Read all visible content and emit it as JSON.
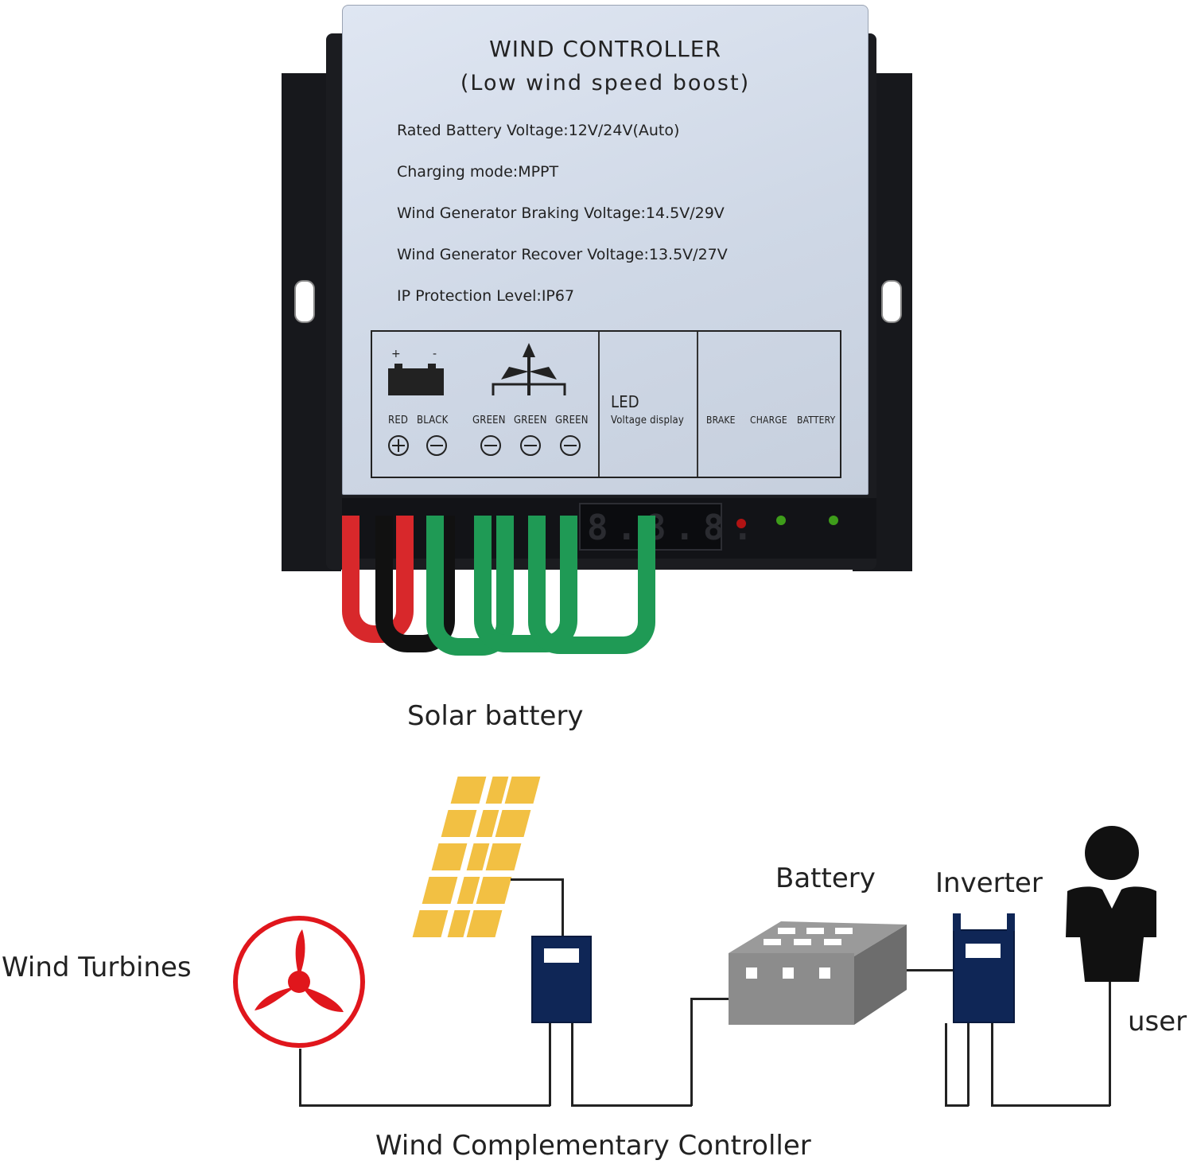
{
  "controller": {
    "title": "WIND CONTROLLER",
    "subtitle": "(Low wind speed  boost)",
    "specs": [
      "Rated Battery Voltage:12V/24V(Auto)",
      "Charging mode:MPPT",
      "Wind Generator Braking Voltage:14.5V/29V",
      "Wind Generator Recover Voltage:13.5V/27V",
      "IP Protection Level:IP67"
    ],
    "battery_plus": "+",
    "battery_minus": "-",
    "terminal_red": "RED",
    "terminal_black": "BLACK",
    "terminal_green_1": "GREEN",
    "terminal_green_2": "GREEN",
    "terminal_green_3": "GREEN",
    "led_title": "LED",
    "led_subtitle": "Voltage display",
    "indicator_brake": "BRAKE",
    "indicator_charge": "CHARGE",
    "indicator_battery": "BATTERY",
    "display_digits": "8.8.8."
  },
  "diagram": {
    "solar_label": "Solar battery",
    "wind_label": "Wind Turbines",
    "battery_label": "Battery",
    "inverter_label": "Inverter",
    "user_label": "user",
    "controller_label": "Wind Complementary Controller"
  },
  "colors": {
    "faceplate": "#d3dbe8",
    "housing": "#1b1c20",
    "wire_red": "#d8282b",
    "wire_black": "#111111",
    "wire_green": "#1f9a55",
    "turbine_red": "#e0161c",
    "solar_yellow": "#f2c043",
    "controller_navy": "#0f2656",
    "battery_gray": "#8c8c8c"
  }
}
